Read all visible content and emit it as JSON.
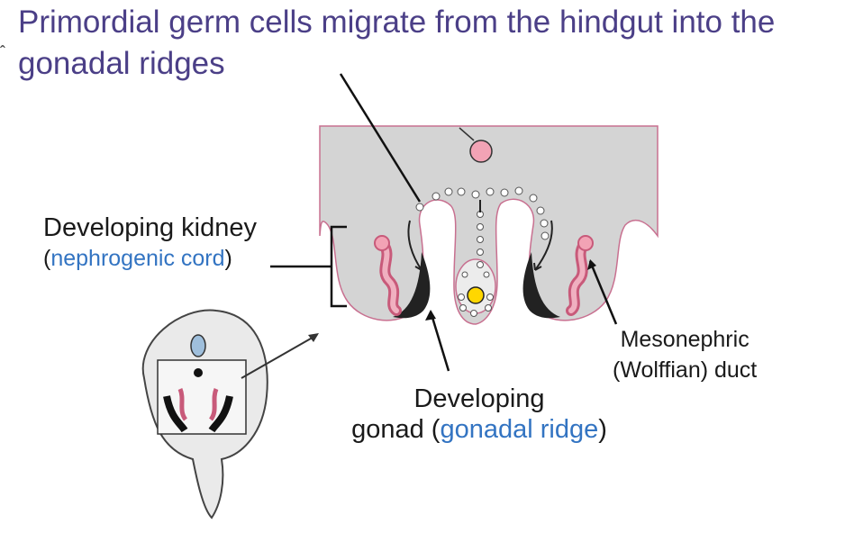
{
  "slide": {
    "title": "Primordial germ cells migrate from the hindgut into the gonadal ridges"
  },
  "labels": {
    "kidney_line1": "Developing kidney",
    "kidney_paren_open": "(",
    "kidney_highlight": "nephrogenic cord",
    "kidney_paren_close": ")",
    "duct_line1": "Mesonephric",
    "duct_line2": "(Wolffian) duct",
    "gonad_line1": "Developing",
    "gonad_prefix": "gonad (",
    "gonad_highlight": "gonadal ridge",
    "gonad_suffix": ")"
  },
  "colors": {
    "title": "#4b3f87",
    "highlight": "#3374c2",
    "tissue": "#d4d4d4",
    "membrane": "#d9708a",
    "germ_cell": "#f2a3b5",
    "yolk": "#ffd700"
  }
}
